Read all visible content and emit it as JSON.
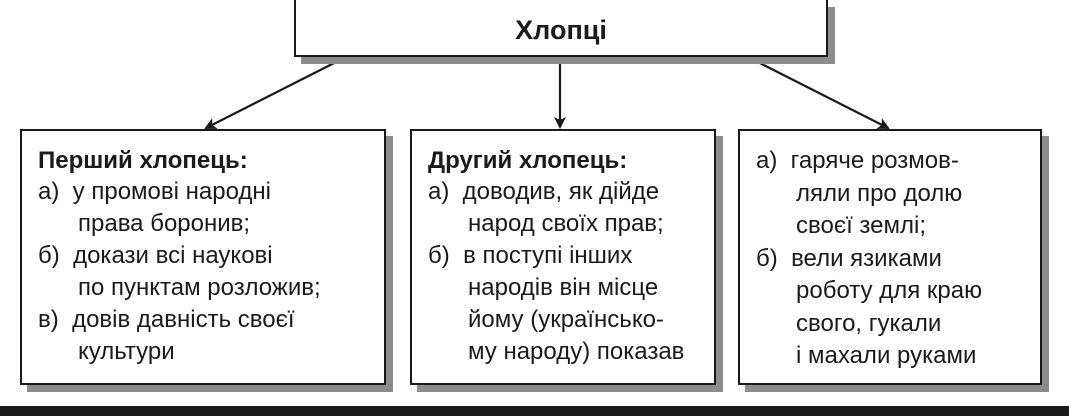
{
  "title": "Хлопці",
  "boxes": [
    {
      "heading": "Перший хлопець:",
      "lines": [
        "а)  у промові народні",
        "      права боронив;",
        "б)  докази всі наукові",
        "      по пунктам розложив;",
        "в)  довів давність своєї",
        "      культури"
      ]
    },
    {
      "heading": "Другий хлопець:",
      "lines": [
        "а)  доводив, як дійде",
        "      народ своїх прав;",
        "б)  в поступі інших",
        "      народів він місце",
        "      йому (українсько-",
        "      му народу) показав"
      ]
    },
    {
      "lines": [
        "а)  гаряче розмов-",
        "      ляли про долю",
        "      своєї землі;",
        "б)  вели язиками",
        "      роботу для краю",
        "      свого, гукали",
        "      і махали руками"
      ]
    }
  ]
}
